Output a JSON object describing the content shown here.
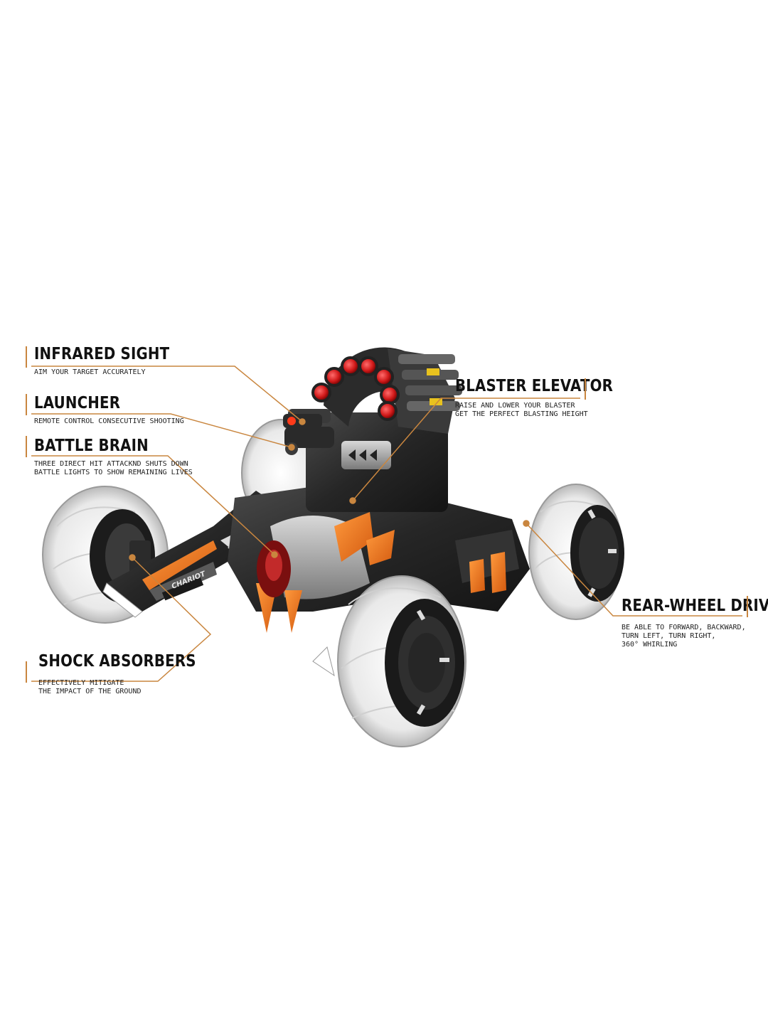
{
  "accent_color": "#c9863f",
  "callouts": [
    {
      "title": "INFRARED SIGHT",
      "desc": [
        "AIM YOUR TARGET ACCURATELY"
      ]
    },
    {
      "title": "LAUNCHER",
      "desc": [
        "REMOTE CONTROL CONSECUTIVE SHOOTING"
      ]
    },
    {
      "title": "BATTLE BRAIN",
      "desc": [
        "THREE DIRECT HIT ATTACKND SHUTS DOWN",
        "BATTLE LIGHTS TO SHOW REMAINING LIVES"
      ]
    },
    {
      "title": "SHOCK ABSORBERS",
      "desc": [
        "EFFECTIVELY MITIGATE",
        "THE IMPACT OF THE GROUND"
      ]
    },
    {
      "title": "BLASTER ELEVATOR",
      "desc": [
        "RAISE AND  LOWER YOUR BLASTER",
        "GET THE PERFECT BLASTING HEIGHT"
      ]
    },
    {
      "title": "REAR-WHEEL DRIVE",
      "desc": [
        "BE ABLE TO FORWARD, BACKWARD,",
        "TURN LEFT, TURN RIGHT,",
        "360° WHIRLING"
      ]
    }
  ],
  "product": {
    "badge": "CHARIOT"
  }
}
